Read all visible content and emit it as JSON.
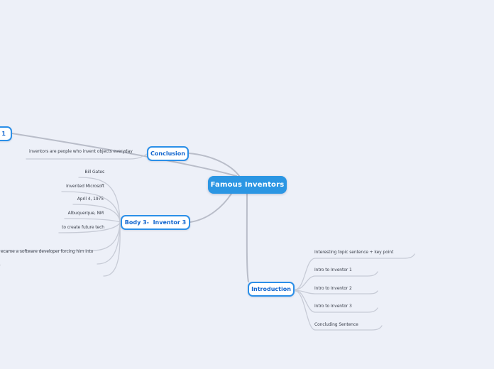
{
  "app": {
    "background_color": "#edf0f8",
    "accent_color": "#2b96e3",
    "node_border_color": "#2b8fe8",
    "node_text_color": "#1266cf",
    "connector_color": "#b9bdc9",
    "underline_color": "#c7cbd6"
  },
  "mindmap": {
    "root": {
      "label": "Famous Inventors"
    },
    "nodes": {
      "body1_partial": {
        "label": "1"
      },
      "conclusion": {
        "label": "Conclusion"
      },
      "body3": {
        "label": "Body 3-  Inventor 3"
      },
      "introduction": {
        "label": "Introduction"
      }
    },
    "conclusion_children": [
      {
        "label": "inventors are people who invent objects everyday"
      }
    ],
    "body3_children": [
      {
        "label": "Bill Gates"
      },
      {
        "label": "Invented Microsoft"
      },
      {
        "label": "April 4, 1975"
      },
      {
        "label": "Albuquerque, NM"
      },
      {
        "label": "to create future tech"
      },
      {
        "label": "ecame a software developer forcing him into",
        "label_line2": "r"
      }
    ],
    "introduction_children": [
      {
        "label": "Interesting topic sentence + key point"
      },
      {
        "label": "Intro to Inventor 1"
      },
      {
        "label": "Intro to Inventor 2"
      },
      {
        "label": "Intro to Inventor 3"
      },
      {
        "label": "Concluding Sentence"
      }
    ]
  }
}
